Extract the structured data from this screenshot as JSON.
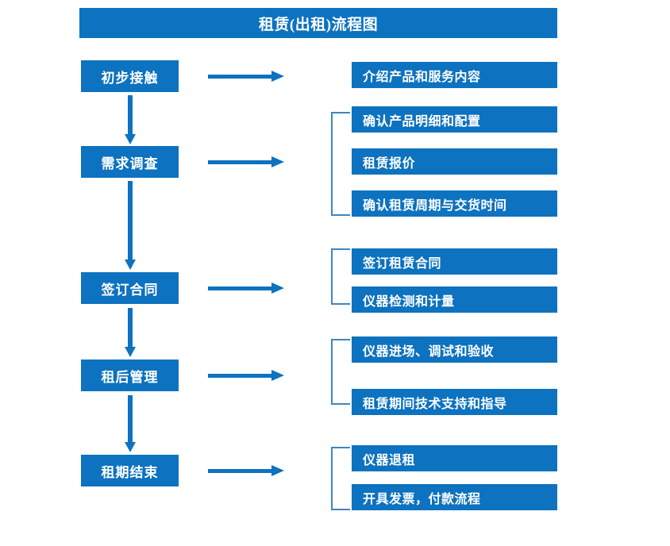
{
  "title": "租赁(出租)流程图",
  "theme": {
    "box_fill": "#0d72bf",
    "box_text": "#ffffff",
    "arrow": "#0d72bf",
    "bracket": "#3f86c4",
    "background": "#ffffff"
  },
  "chart_data": {
    "type": "diagram",
    "diagram_kind": "flowchart",
    "title": "租赁(出租)流程图",
    "orientation": "vertical-with-right-details",
    "stages": [
      {
        "label": "初步接触",
        "details": [
          "介绍产品和服务内容"
        ],
        "bracketed": false
      },
      {
        "label": "需求调查",
        "details": [
          "确认产品明细和配置",
          "租赁报价",
          "确认租赁周期与交货时间"
        ],
        "bracketed": true
      },
      {
        "label": "签订合同",
        "details": [
          "签订租赁合同",
          "仪器检测和计量"
        ],
        "bracketed": true
      },
      {
        "label": "租后管理",
        "details": [
          "仪器进场、调试和验收",
          "租赁期间技术支持和指导"
        ],
        "bracketed": true
      },
      {
        "label": "租期结束",
        "details": [
          "仪器退租",
          "开具发票，付款流程"
        ],
        "bracketed": true
      }
    ],
    "flow_connections": [
      "初步接触 → 需求调查",
      "需求调查 → 签订合同",
      "签订合同 → 租后管理",
      "租后管理 → 租期结束"
    ]
  },
  "stage_boxes": [
    {
      "label": "初步接触"
    },
    {
      "label": "需求调查"
    },
    {
      "label": "签订合同"
    },
    {
      "label": "租后管理"
    },
    {
      "label": "租期结束"
    }
  ],
  "detail_boxes": [
    {
      "label": "介绍产品和服务内容"
    },
    {
      "label": "确认产品明细和配置"
    },
    {
      "label": "租赁报价"
    },
    {
      "label": "确认租赁周期与交货时间"
    },
    {
      "label": "签订租赁合同"
    },
    {
      "label": "仪器检测和计量"
    },
    {
      "label": "仪器进场、调试和验收"
    },
    {
      "label": "租赁期间技术支持和指导"
    },
    {
      "label": "仪器退租"
    },
    {
      "label": "开具发票，付款流程"
    }
  ]
}
